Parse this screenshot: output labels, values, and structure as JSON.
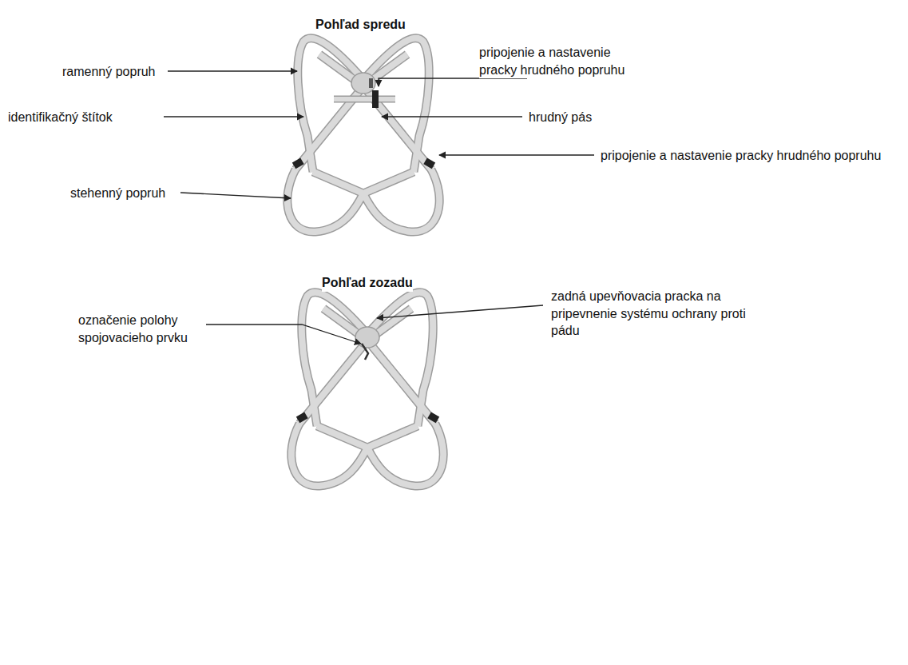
{
  "diagram": {
    "labels": [
      "Pohľad spredu",
      "ramenný popruh",
      "pripojenie a nastavenie pracky hrudného popruhu",
      "identifikačný štítok",
      "hrudný pás",
      "pripojenie a nastavenie pracky hrudného popruhu",
      "stehenný popruh",
      "Pohľad zozadu",
      "zadná upevňovacia pracka na pripevnenie systému ochrany proti pádu",
      "označenie polohy spojovacieho prvku"
    ]
  }
}
